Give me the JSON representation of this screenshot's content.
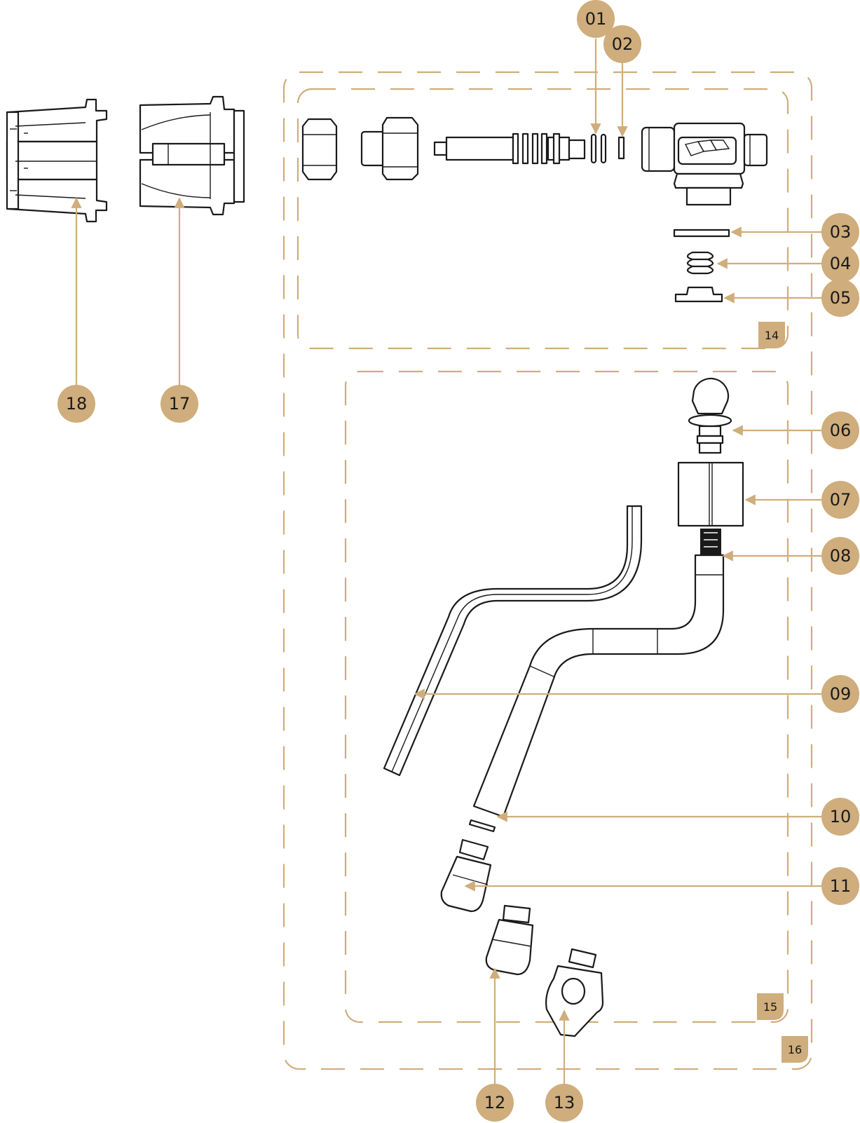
{
  "accent_color": "#cfad7c",
  "outline_color": "#1a1a1a",
  "callouts": [
    "01",
    "02",
    "03",
    "04",
    "05",
    "06",
    "07",
    "08",
    "09",
    "10",
    "11",
    "12",
    "13",
    "17",
    "18"
  ],
  "group_tags": [
    "14",
    "15",
    "16"
  ]
}
